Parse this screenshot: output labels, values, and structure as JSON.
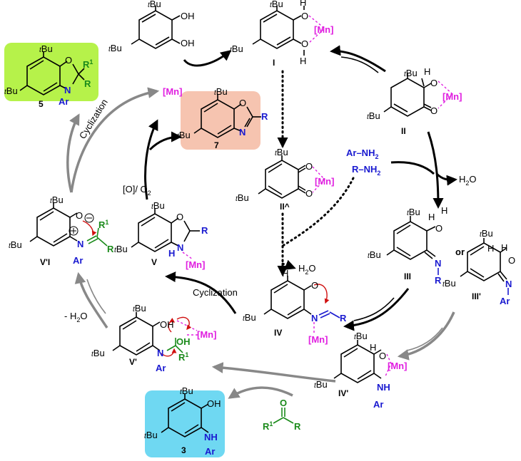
{
  "labels": {
    "I": "I",
    "II": "II",
    "IIa": "II^",
    "III": "III",
    "IIIp": "III'",
    "IV": "IV",
    "IVp": "IV'",
    "V": "V",
    "Vp": "V'",
    "VpI": "V'I",
    "c3": "3",
    "c5": "5",
    "c7": "7"
  },
  "text": {
    "tBu": "tBu",
    "t": "t",
    "Bu": "Bu",
    "Mn": "[Mn]",
    "OH": "OH",
    "O": "O",
    "H": "H",
    "N": "N",
    "NH": "NH",
    "Ar": "Ar",
    "R": "R",
    "R1": "R",
    "sup1": "1",
    "ArNH2": "Ar–NH",
    "RNH2": "R–NH",
    "sub2": "2",
    "H2O": "H",
    "H2Osub": "2",
    "H2Otail": "O",
    "minusH2O": "- H",
    "minusH2Otail": "O",
    "or": "or",
    "cyclization": "Cyclization",
    "oxidant": "[O]/ O",
    "oxidantSub": "2"
  },
  "colors": {
    "manganese": "#e020e0",
    "amine": "#1a1ad0",
    "carbonyl": "#1a8a1a",
    "curvedArrow": "#d01010",
    "highlight5": "#b6f24a",
    "highlight7": "#f6c4b0",
    "highlight3": "#6fd8f2",
    "cycleArrow": "#000000",
    "sideArrow": "#888888"
  }
}
